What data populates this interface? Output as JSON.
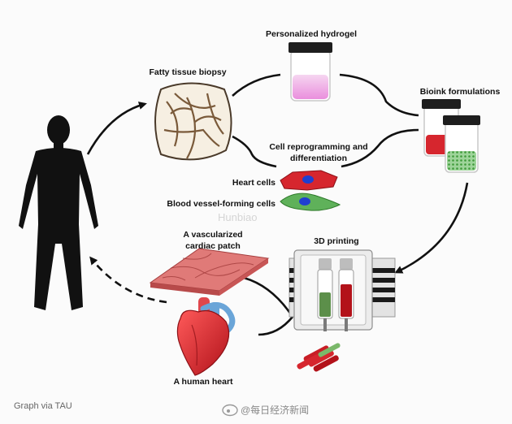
{
  "labels": {
    "hydrogel": "Personalized hydrogel",
    "biopsy": "Fatty tissue biopsy",
    "bioink": "Bioink formulations",
    "reprog_1": "Cell reprogramming and",
    "reprog_2": "differentiation",
    "heart_cells": "Heart cells",
    "vessel_cells": "Blood vessel-forming cells",
    "patch_1": "A vascularized",
    "patch_2": "cardiac patch",
    "printing": "3D printing",
    "human_heart": "A human heart"
  },
  "footer": {
    "credit": "Graph via TAU",
    "watermark": "Hunbiao",
    "weibo": "@每日经济新闻"
  },
  "colors": {
    "red": "#d6262e",
    "green": "#5fb15a",
    "pink": "#f0a7e6",
    "patch": "#d96a6a",
    "ink": "#111111"
  }
}
